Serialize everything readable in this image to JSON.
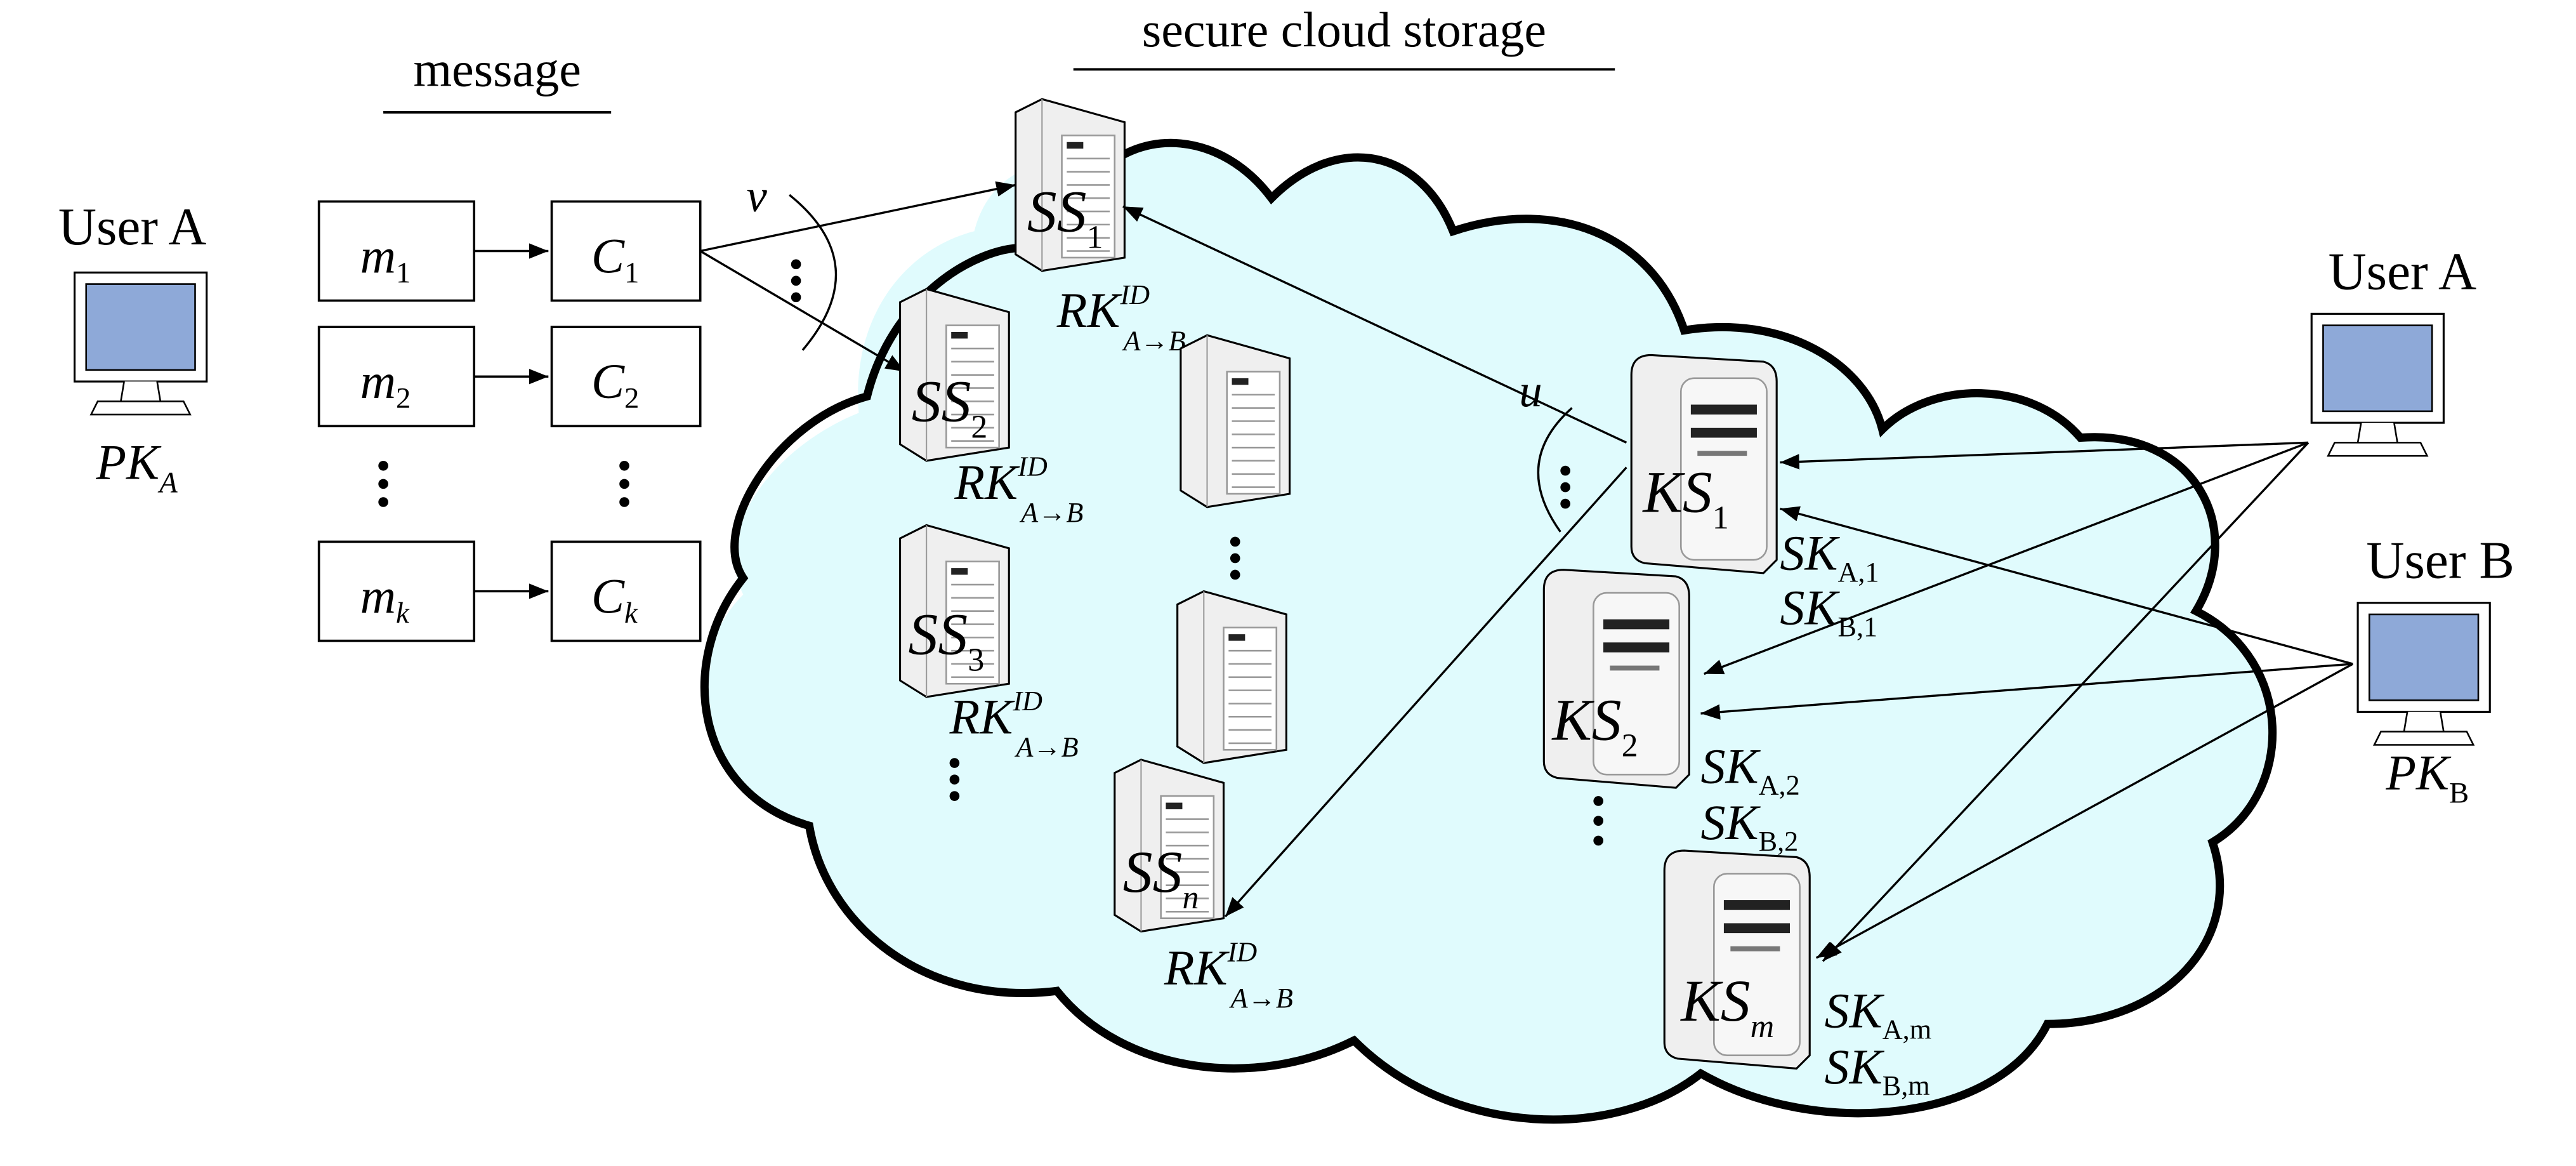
{
  "title": "secure cloud storage",
  "message_label": "message",
  "colors": {
    "cloud_fill": "#e0fbfd",
    "monitor_screen": "#8ea9d8",
    "server_body": "#efefef"
  },
  "left_user": {
    "name": "User A",
    "key": "PK",
    "key_sub": "A"
  },
  "right_users": [
    {
      "name": "User A"
    },
    {
      "name": "User B",
      "key": "PK",
      "key_sub": "B"
    }
  ],
  "messages": [
    {
      "m": "m",
      "m_sub": "1",
      "c": "C",
      "c_sub": "1"
    },
    {
      "m": "m",
      "m_sub": "2",
      "c": "C",
      "c_sub": "2"
    },
    {
      "m": "m",
      "m_sub": "k",
      "c": "C",
      "c_sub": "k"
    }
  ],
  "arc_labels": {
    "v": "v",
    "u": "u"
  },
  "storage_servers": [
    {
      "label": "SS",
      "sub": "1"
    },
    {
      "label": "SS",
      "sub": "2"
    },
    {
      "label": "SS",
      "sub": "3"
    },
    {
      "label": "SS",
      "sub": "n"
    }
  ],
  "rekey": {
    "base": "RK",
    "sup": "ID",
    "sub": "A→B"
  },
  "key_servers": [
    {
      "label": "KS",
      "sub": "1",
      "keys": [
        {
          "base": "SK",
          "sub": "A,1"
        },
        {
          "base": "SK",
          "sub": "B,1"
        }
      ]
    },
    {
      "label": "KS",
      "sub": "2",
      "keys": [
        {
          "base": "SK",
          "sub": "A,2"
        },
        {
          "base": "SK",
          "sub": "B,2"
        }
      ]
    },
    {
      "label": "KS",
      "sub": "m",
      "keys": [
        {
          "base": "SK",
          "sub": "A,m"
        },
        {
          "base": "SK",
          "sub": "B,m"
        }
      ]
    }
  ]
}
